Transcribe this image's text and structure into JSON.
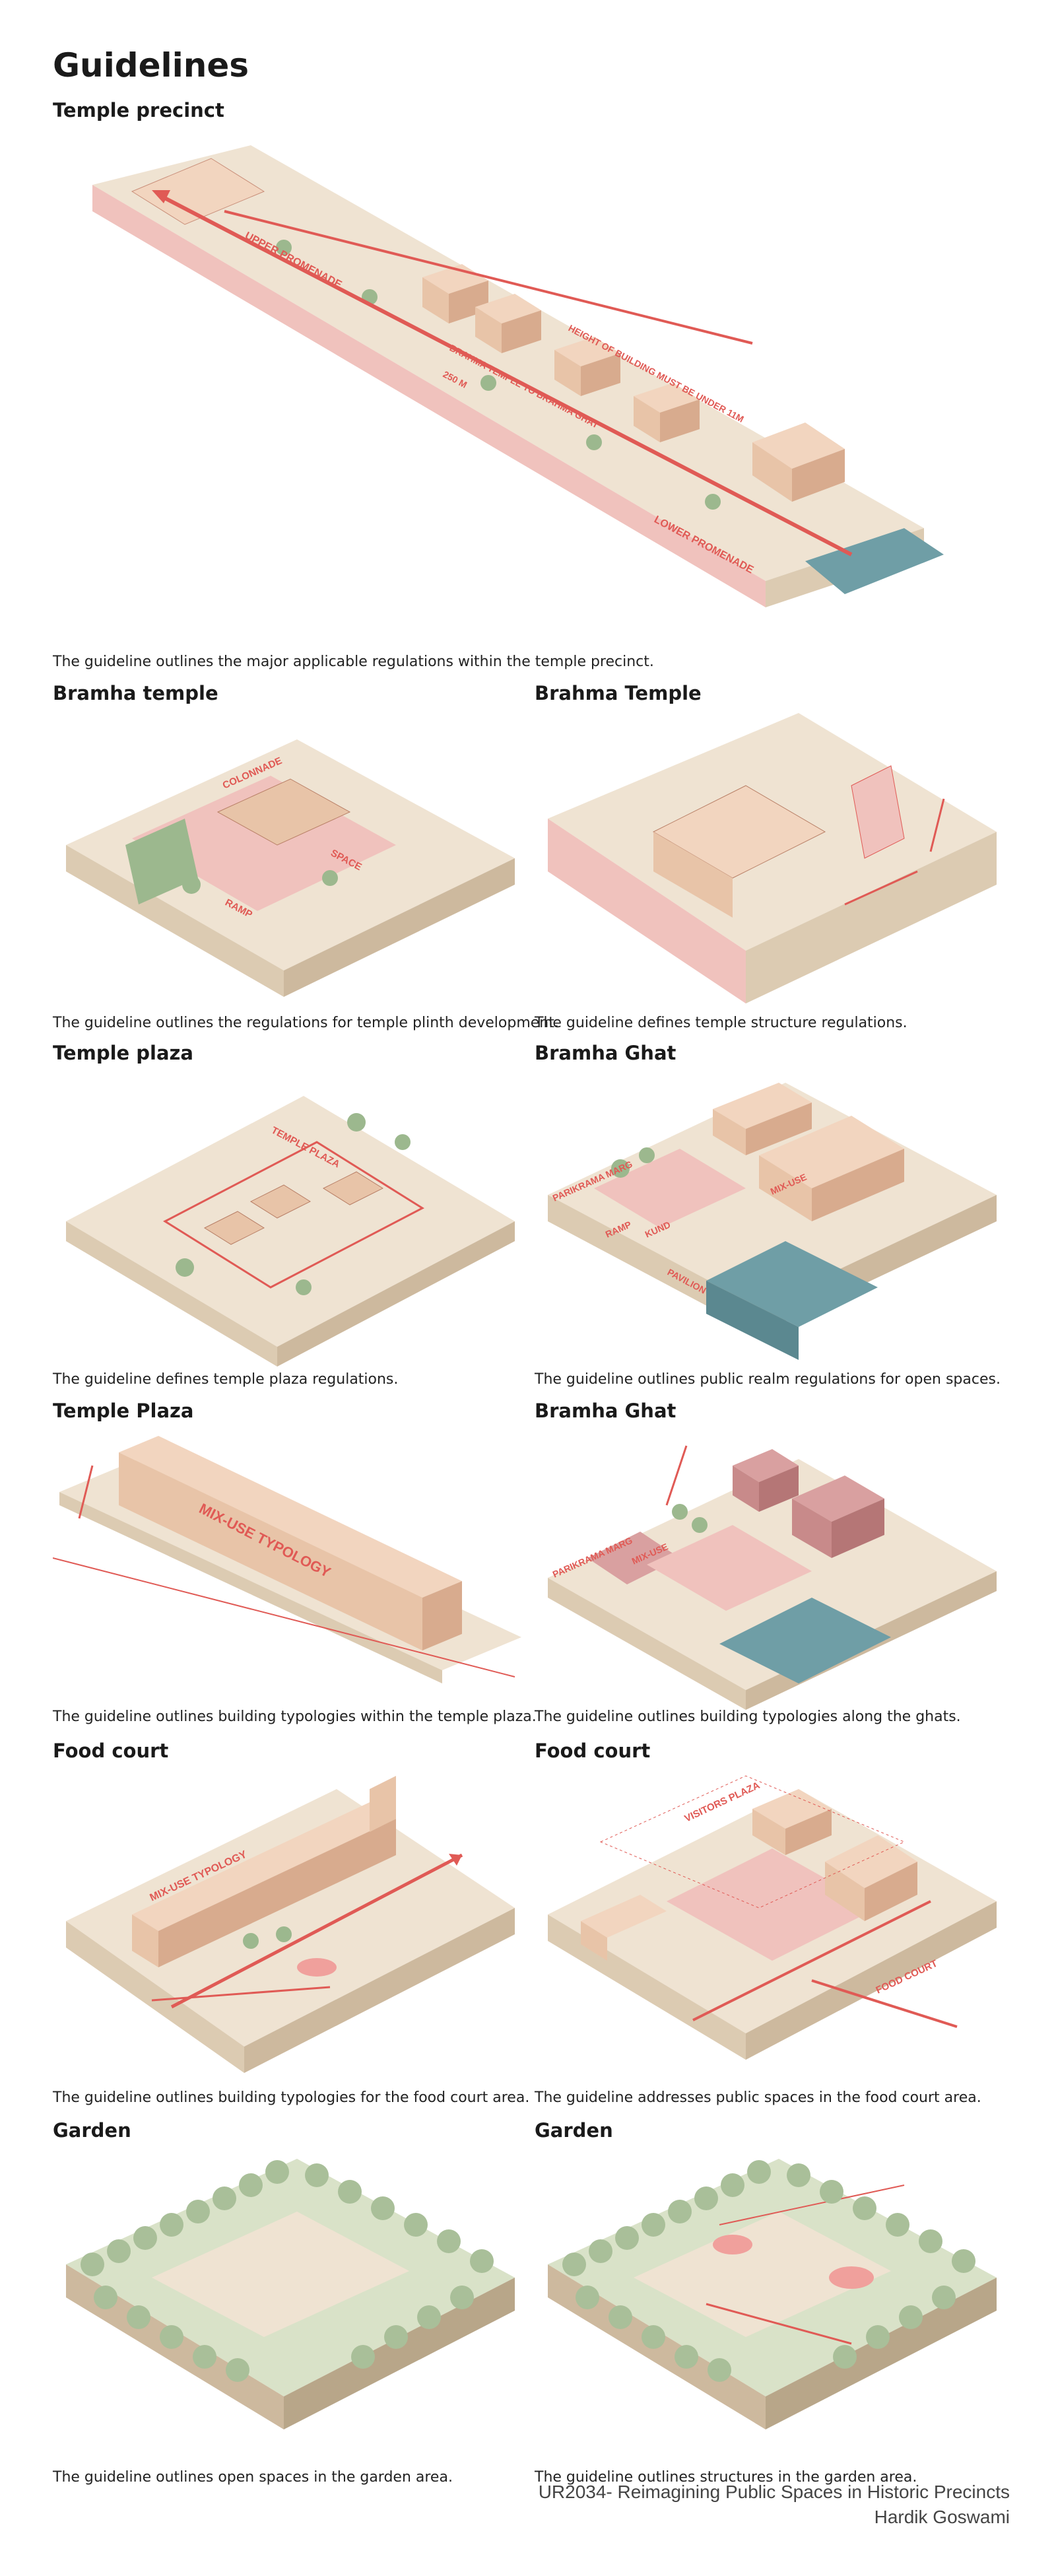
{
  "page": {
    "title": "Guidelines",
    "sections": [
      {
        "heading": "Temple precinct",
        "caption": "The guideline outlines the major applicable regulations within the temple precinct."
      },
      {
        "heading": "Bramha temple",
        "caption": "The guideline outlines the regulations for temple plinth development."
      },
      {
        "heading": "Brahma Temple",
        "caption": "The guideline defines temple structure regulations."
      },
      {
        "heading": "Temple plaza",
        "caption": "The guideline defines temple plaza regulations."
      },
      {
        "heading": "Bramha Ghat",
        "caption": "The guideline outlines public realm regulations for open spaces."
      },
      {
        "heading": "Temple Plaza",
        "caption": "The guideline outlines building typologies within the temple plaza."
      },
      {
        "heading": "Bramha Ghat",
        "caption": "The guideline outlines building typologies along the ghats."
      },
      {
        "heading": "Food court",
        "caption": "The guideline outlines building typologies for the food court area."
      },
      {
        "heading": "Food court",
        "caption": "The guideline addresses public spaces in the food court area."
      },
      {
        "heading": "Garden",
        "caption": "The guideline outlines open spaces in the garden area."
      },
      {
        "heading": "Garden",
        "caption": "The guideline outlines structures in the garden area."
      }
    ]
  },
  "labels": {
    "precinct": [
      "UPPER PROMENADE",
      "LOWER PROMENADE",
      "HEIGHT OF BUILDING MUST BE UNDER 11M",
      "BRAHMA TEMPLE TO BRAHMA GHAT",
      "250 M"
    ],
    "temple_plinth": [
      "COLONNADE",
      "SPACE",
      "RAMP"
    ],
    "temple_plaza": [
      "TEMPLE PLAZA"
    ],
    "ghat_realm": [
      "PARIKRAMA MARG",
      "MIX-USE",
      "RAMP",
      "KUND",
      "PAVILION"
    ],
    "plaza_typology": [
      "MIX-USE TYPOLOGY"
    ],
    "ghat_typology": [
      "PARIKRAMA MARG",
      "MIX-USE"
    ],
    "food_typology": [
      "MIX-USE TYPOLOGY"
    ],
    "food_public": [
      "VISITORS PLAZA",
      "FOOD COURT"
    ]
  },
  "colors": {
    "ground": "#efe3d2",
    "ground_side": "#dccbb2",
    "building": "#e8c4a8",
    "accent": "#e05a55",
    "water": "#6f9ea6",
    "tree": "#9cb88e",
    "garden": "#d9e2c8"
  },
  "footer": {
    "line1": "UR2034- Reimagining Public Spaces in Historic Precincts",
    "line2": "Hardik Goswami"
  }
}
